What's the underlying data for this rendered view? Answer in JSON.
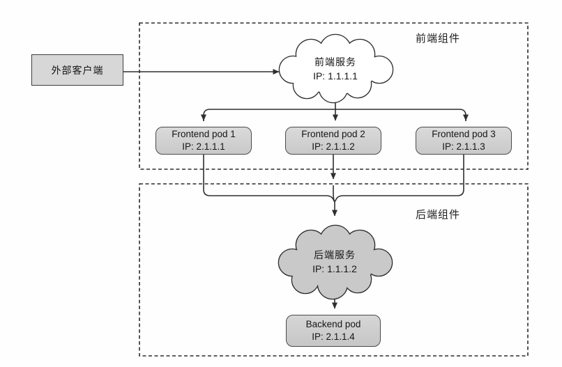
{
  "diagram": {
    "title": "service-routing-diagram",
    "external_client": {
      "label": "外部客户端"
    },
    "frontend_region": {
      "label": "前端组件",
      "service": {
        "name": "前端服务",
        "ip": "IP: 1.1.1.1"
      },
      "pods": [
        {
          "name": "Frontend pod 1",
          "ip": "IP: 2.1.1.1"
        },
        {
          "name": "Frontend pod 2",
          "ip": "IP: 2.1.1.2"
        },
        {
          "name": "Frontend pod 3",
          "ip": "IP: 2.1.1.3"
        }
      ]
    },
    "backend_region": {
      "label": "后端组件",
      "service": {
        "name": "后端服务",
        "ip": "IP: 1.1.1.2"
      },
      "pod": {
        "name": "Backend pod",
        "ip": "IP: 2.1.1.4"
      }
    },
    "colors": {
      "node_fill": "#d2d2d2",
      "frontend_cloud_fill": "#ffffff",
      "backend_cloud_fill": "#c9c9c9",
      "line": "#2e2e2e",
      "border": "#4a4a4a",
      "region_dash": "#2b2b2b"
    }
  }
}
